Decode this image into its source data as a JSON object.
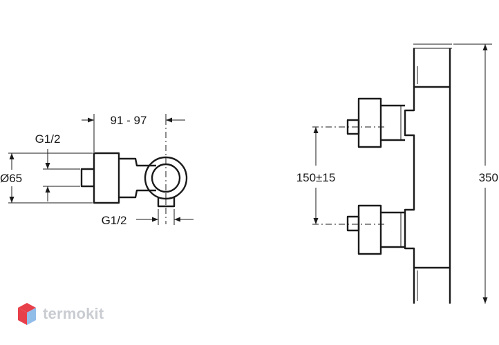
{
  "side_view": {
    "dim_depth": "91 - 97",
    "dim_inlet_thread": "G1/2",
    "dim_diameter": "Ø65",
    "dim_outlet_thread": "G1/2"
  },
  "front_view": {
    "dim_spacing": "150±15",
    "dim_height": "350"
  },
  "logo": {
    "text": "termokit",
    "colors": [
      "#e8404a",
      "#7fb2e5",
      "#c9ccd1"
    ]
  }
}
